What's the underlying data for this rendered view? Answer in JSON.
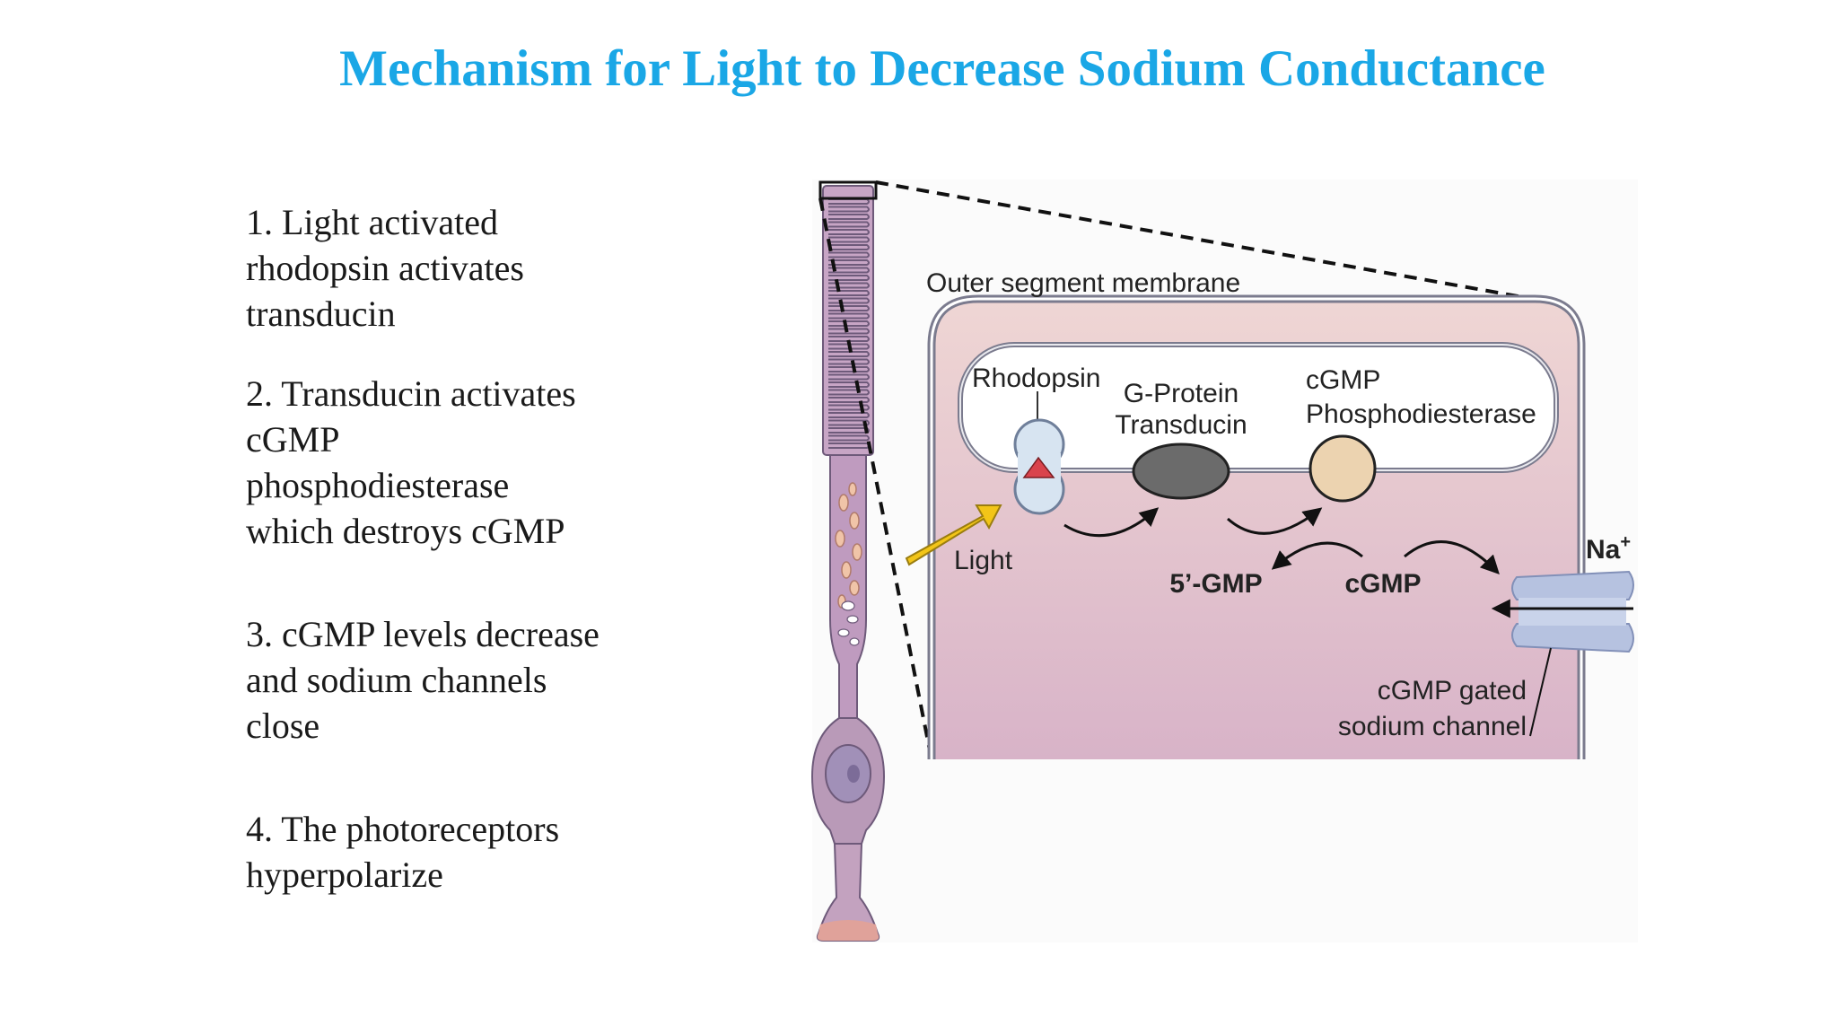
{
  "title": "Mechanism for Light to Decrease Sodium Conductance",
  "steps": [
    {
      "lines": [
        "1. Light activated",
        "rhodopsin activates",
        "transducin"
      ]
    },
    {
      "lines": [
        "2. Transducin activates",
        "cGMP",
        "phosphodiesterase",
        "which destroys cGMP"
      ]
    },
    {
      "lines": [
        "3. cGMP levels decrease",
        "and sodium channels",
        "close"
      ]
    },
    {
      "lines": [
        "4. The photoreceptors",
        "hyperpolarize"
      ]
    }
  ],
  "diagram": {
    "membrane_label": "Outer segment membrane",
    "rhodopsin": "Rhodopsin",
    "gprotein": [
      "G-Protein",
      "Transducin"
    ],
    "pde": [
      "cGMP",
      "Phosphodiesterase"
    ],
    "light": "Light",
    "gmp5": "5’-GMP",
    "cgmp": "cGMP",
    "na": "Na",
    "na_sup": "+",
    "channel": [
      "cGMP gated",
      "sodium channel"
    ],
    "colors": {
      "title": "#1aa7e6",
      "cell_fill": "#e0bfc6",
      "cell_outline": "#7b7b8e",
      "rhodopsin_fill": "#d7e4f1",
      "transducin_fill": "#6b6b6b",
      "pde_fill": "#ecd3b0",
      "channel_fill": "#b6c2e0",
      "light_arrow": "#f2c518",
      "receptor_fill": "#b99ab8"
    }
  }
}
